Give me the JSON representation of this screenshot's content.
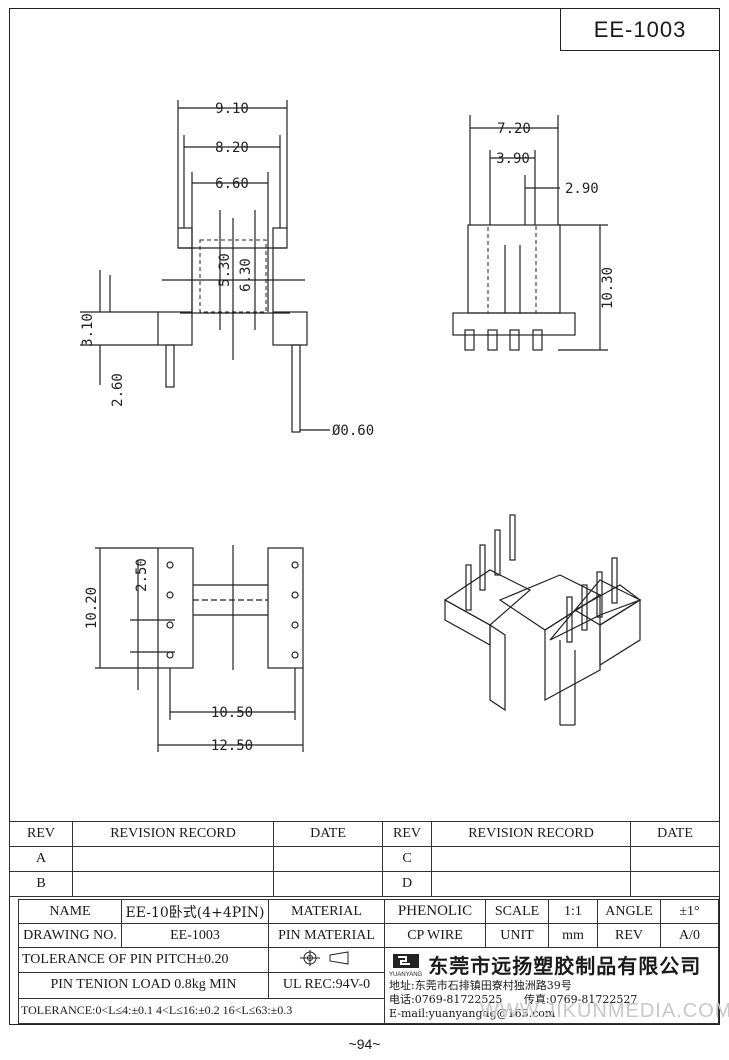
{
  "drawing_id": "EE-1003",
  "page_number": "~94~",
  "watermark": "WWW.JIKUNMEDIA.COM",
  "dims": {
    "w_9_10": "9.10",
    "w_8_20": "8.20",
    "w_6_60": "6.60",
    "h_5_30": "5.30",
    "h_6_30": "6.30",
    "h_3_10": "3.10",
    "h_2_60": "2.60",
    "dia_0_60": "Ø0.60",
    "w_7_20": "7.20",
    "w_3_90": "3.90",
    "d_2_90": "2.90",
    "h_10_30": "10.30",
    "h_10_20": "10.20",
    "p_2_50": "2.50",
    "w_10_50": "10.50",
    "w_12_50": "12.50"
  },
  "revision_table": {
    "h_rev": "REV",
    "h_record": "REVISION RECORD",
    "h_date": "DATE",
    "h_rev2": "REV",
    "h_record2": "REVISION RECORD",
    "h_date2": "DATE",
    "rows": [
      "A",
      "B",
      "C",
      "D"
    ]
  },
  "title_block": {
    "name_label": "NAME",
    "name_value": "EE-10卧式(4+4PIN)",
    "material_label": "MATERIAL",
    "material_value": "PHENOLIC",
    "scale_label": "SCALE",
    "scale_value": "1:1",
    "angle_label": "ANGLE",
    "angle_value": "±1°",
    "drawing_no_label": "DRAWING NO.",
    "drawing_no_value": "EE-1003",
    "pin_material_label": "PIN MATERIAL",
    "pin_material_value": "CP WIRE",
    "unit_label": "UNIT",
    "unit_value": "mm",
    "rev_label": "REV",
    "rev_value": "A/0",
    "tolerance_pitch": "TOLERANCE OF PIN PITCH±0.20",
    "pin_tension": "PIN TENION LOAD 0.8kg MIN",
    "ul_rec": "UL REC:94V-0",
    "tolerance": "TOLERANCE:0<L≤4:±0.1  4<L≤16:±0.2  16<L≤63:±0.3",
    "company_name": "东莞市远扬塑胶制品有限公司",
    "logo_text": "YUANYANG",
    "address": "地址:东莞市石排镇田寮村独洲路39号",
    "tel": "电话:0769-81722525",
    "fax": "传真:0769-81722527",
    "email": "E-mail:yuanyangdg@163.com"
  }
}
